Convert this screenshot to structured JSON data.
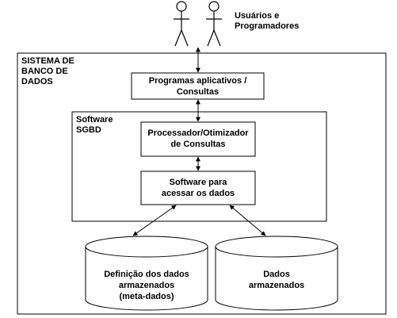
{
  "users_label": "Usuários e\nProgramadores",
  "system_label": "SISTEMA DE\nBANCO DE\nDADOS",
  "sgbd_label": "Software\nSGBD",
  "box_programs": "Programas aplicativos /\nConsultas",
  "box_processor": "Processador/Otimizador\nde Consultas",
  "box_access": "Software para\nacessar os dados",
  "db_metadata": "Definição dos dados\narmazenados\n(meta-dados)",
  "db_data": "Dados\narmazenados"
}
